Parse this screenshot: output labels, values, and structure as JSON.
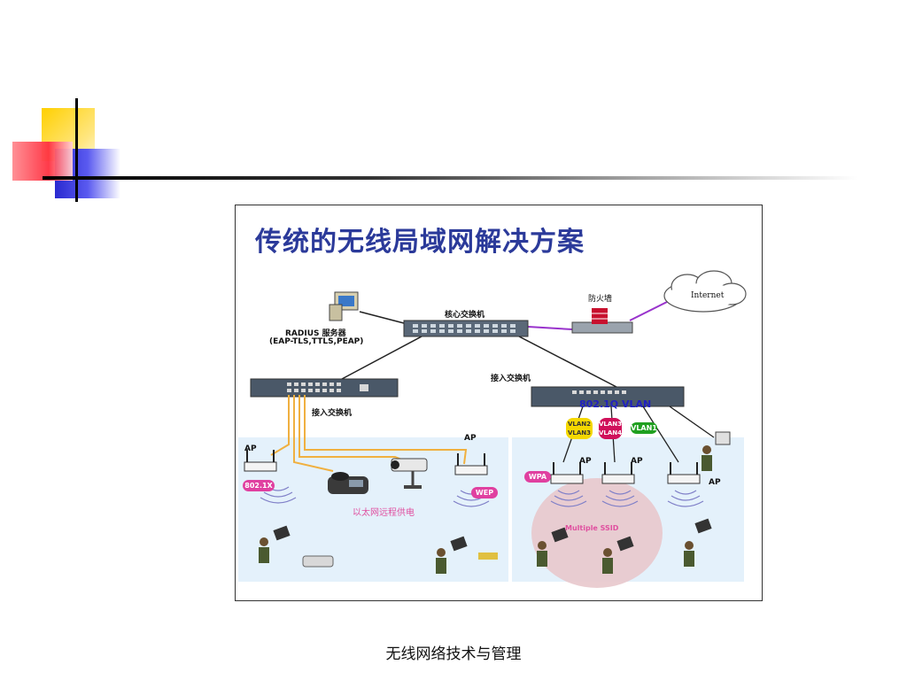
{
  "slide": {
    "footer": "无线网络技术与管理"
  },
  "diagram": {
    "title": "传统的无线局域网解决方案",
    "labels": {
      "core_switch": "核心交换机",
      "firewall": "防火墙",
      "internet": "Internet",
      "radius_line1": "RADIUS 服务器",
      "radius_line2": "(EAP-TLS,TTLS,PEAP)",
      "access_switch_left": "接入交换机",
      "access_switch_right": "接入交换机",
      "vlan_8021q": "802.1Q VLAN",
      "poe": "以太网远程供电",
      "multiple_ssid": "Multiple SSID"
    },
    "ap_labels": [
      "AP",
      "AP",
      "AP",
      "AP",
      "AP"
    ],
    "badges": {
      "b8021x": "802.1X",
      "wep": "WEP",
      "wpa": "WPA",
      "vlan_yellow": "VLAN2 VLAN3",
      "vlan_red": "VLAN3 VLAN4",
      "vlan_green": "VLAN1"
    },
    "colors": {
      "title": "#2b3a9a",
      "zone_bg": "#e4f1fb",
      "ssid_circle": "#e8c8cc",
      "poe_cable": "#f0b040",
      "firewall_link": "#9933cc",
      "badge_pink": "#e040a0",
      "vlan_yellow": "#f5d800",
      "vlan_red": "#d0105a",
      "vlan_green": "#20a020"
    }
  }
}
